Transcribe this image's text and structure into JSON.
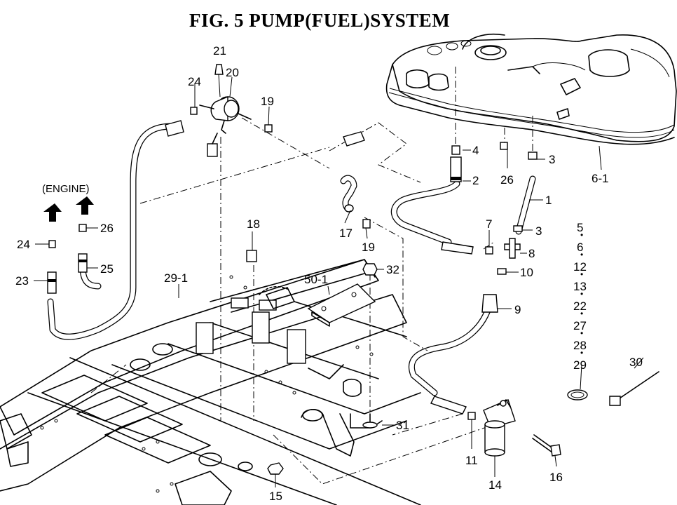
{
  "title": "FIG. 5  PUMP(FUEL)SYSTEM",
  "engine_label": "(ENGINE)",
  "parts": {
    "p1": "1",
    "p2": "2",
    "p3a": "3",
    "p3b": "3",
    "p4": "4",
    "p7": "7",
    "p8": "8",
    "p9": "9",
    "p10": "10",
    "p11": "11",
    "p14": "14",
    "p15": "15",
    "p16": "16",
    "p17": "17",
    "p18": "18",
    "p19a": "19",
    "p19b": "19",
    "p20": "20",
    "p21": "21",
    "p23": "23",
    "p24a": "24",
    "p24b": "24",
    "p25": "25",
    "p26a": "26",
    "p26b": "26",
    "p29_1": "29-1",
    "p30": "30",
    "p31": "31",
    "p32": "32",
    "p50_1": "50-1",
    "p6_1": "6-1"
  },
  "kit_list": [
    "5",
    "6",
    "12",
    "13",
    "22",
    "27",
    "28",
    "29"
  ]
}
